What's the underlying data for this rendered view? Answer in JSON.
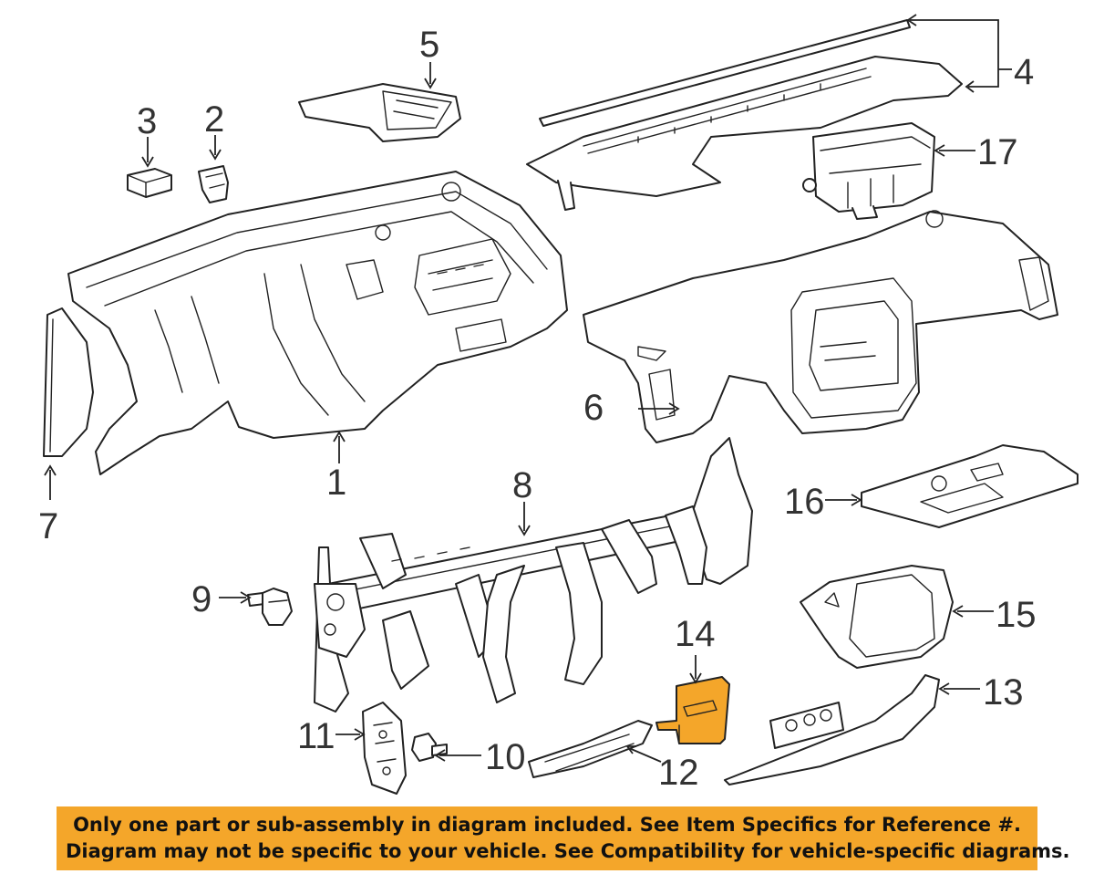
{
  "callouts": {
    "c1": "1",
    "c2": "2",
    "c3": "3",
    "c4": "4",
    "c5": "5",
    "c6": "6",
    "c7": "7",
    "c8": "8",
    "c9": "9",
    "c10": "10",
    "c11": "11",
    "c12": "12",
    "c13": "13",
    "c14": "14",
    "c15": "15",
    "c16": "16",
    "c17": "17"
  },
  "highlight_color": "#f4a62a",
  "banner": {
    "line1": "Only one part or sub-assembly in diagram included. See Item Specifics for Reference #.",
    "line2": "Diagram may not be specific to your vehicle. See Compatibility for vehicle-specific diagrams."
  }
}
